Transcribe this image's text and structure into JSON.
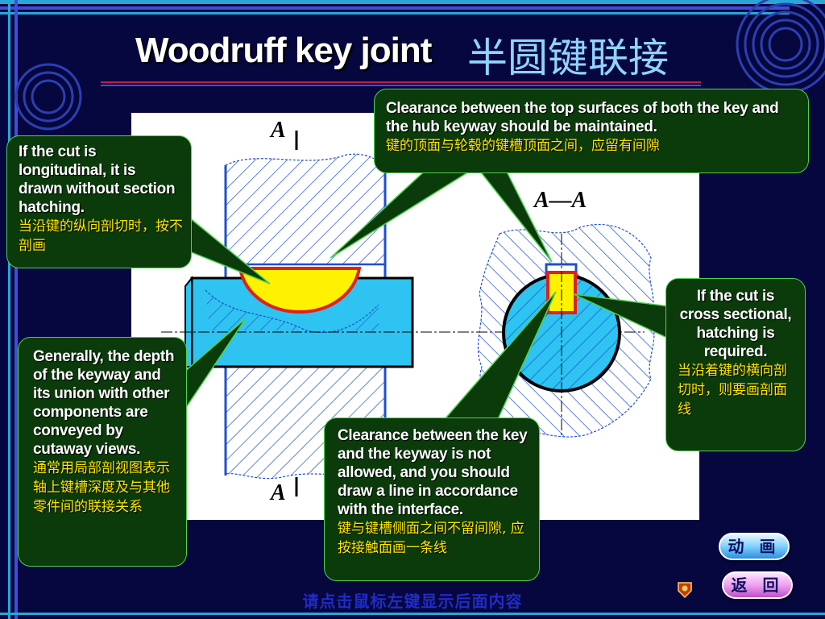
{
  "title": {
    "english": "Woodruff key joint",
    "chinese": "半圆键联接"
  },
  "labels": {
    "section_mark_top": "A",
    "section_mark_bottom": "A",
    "section_view": "A—A"
  },
  "callouts": {
    "top_clearance": {
      "english": "Clearance between the top surfaces of both the key and the hub keyway should be maintained.",
      "chinese": "键的顶面与轮毂的键槽顶面之间，应留有间隙"
    },
    "longitudinal": {
      "english": "If the cut is longitudinal, it is drawn without section hatching.",
      "chinese": "当沿键的纵向剖切时，按不剖画"
    },
    "cross_section": {
      "english": "If the cut is cross sectional, hatching is required.",
      "chinese": "当沿着键的横向剖切时，则要画剖面线"
    },
    "depth": {
      "english": "Generally, the depth of the keyway and its union with other components are conveyed by cutaway views.",
      "chinese": "通常用局部剖视图表示轴上键槽深度及与其他零件间的联接关系"
    },
    "no_clearance": {
      "english": "Clearance between the key and the keyway is not allowed, and you should draw a line in accordance with the interface.",
      "chinese": "键与键槽侧面之间不留间隙, 应按接触面画一条线"
    }
  },
  "buttons": {
    "animation": "动 画",
    "back": "返 回"
  },
  "footer": "请点击鼠标左键显示后面内容",
  "colors": {
    "background": "#07073f",
    "callout_fill": "#0b3a0b",
    "callout_border": "#4fd04f",
    "shaft": "#2ec3f0",
    "key": "#fff200",
    "key_outline": "#e0201a",
    "hatch": "#1f4fd0",
    "chinese_text": "#ffe600"
  }
}
